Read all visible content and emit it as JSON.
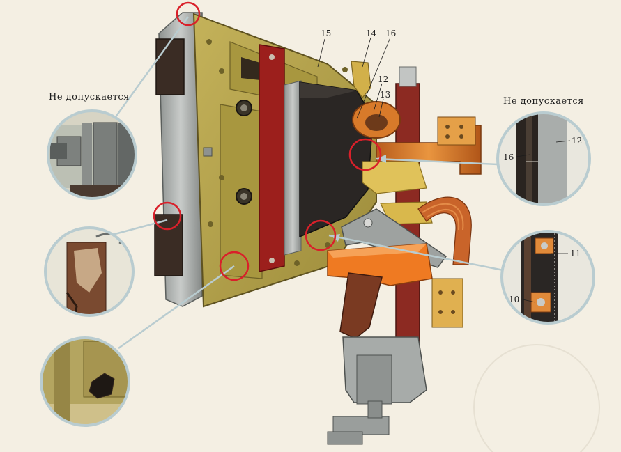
{
  "callouts": {
    "left": "Не допускается",
    "right": "Не допускается"
  },
  "part_numbers": {
    "n15": "15",
    "n14": "14",
    "n16": "16",
    "n12": "12",
    "n13": "13",
    "det_top_16": "16",
    "det_top_12": "12",
    "det_bot_11": "11",
    "det_bot_10": "10"
  },
  "colors": {
    "paper": "#f4efe3",
    "plate": "#b3a14a",
    "plate_dark": "#8a7a32",
    "red_bar": "#9c1f1c",
    "copper": "#d87a2a",
    "orange_arm": "#ef7a22",
    "steel": "#a7aba9",
    "chute": "#2a2624",
    "brown_lever": "#7a3a22",
    "highlight_ring": "#d9202a",
    "detail_ring": "#b9ccd0"
  }
}
